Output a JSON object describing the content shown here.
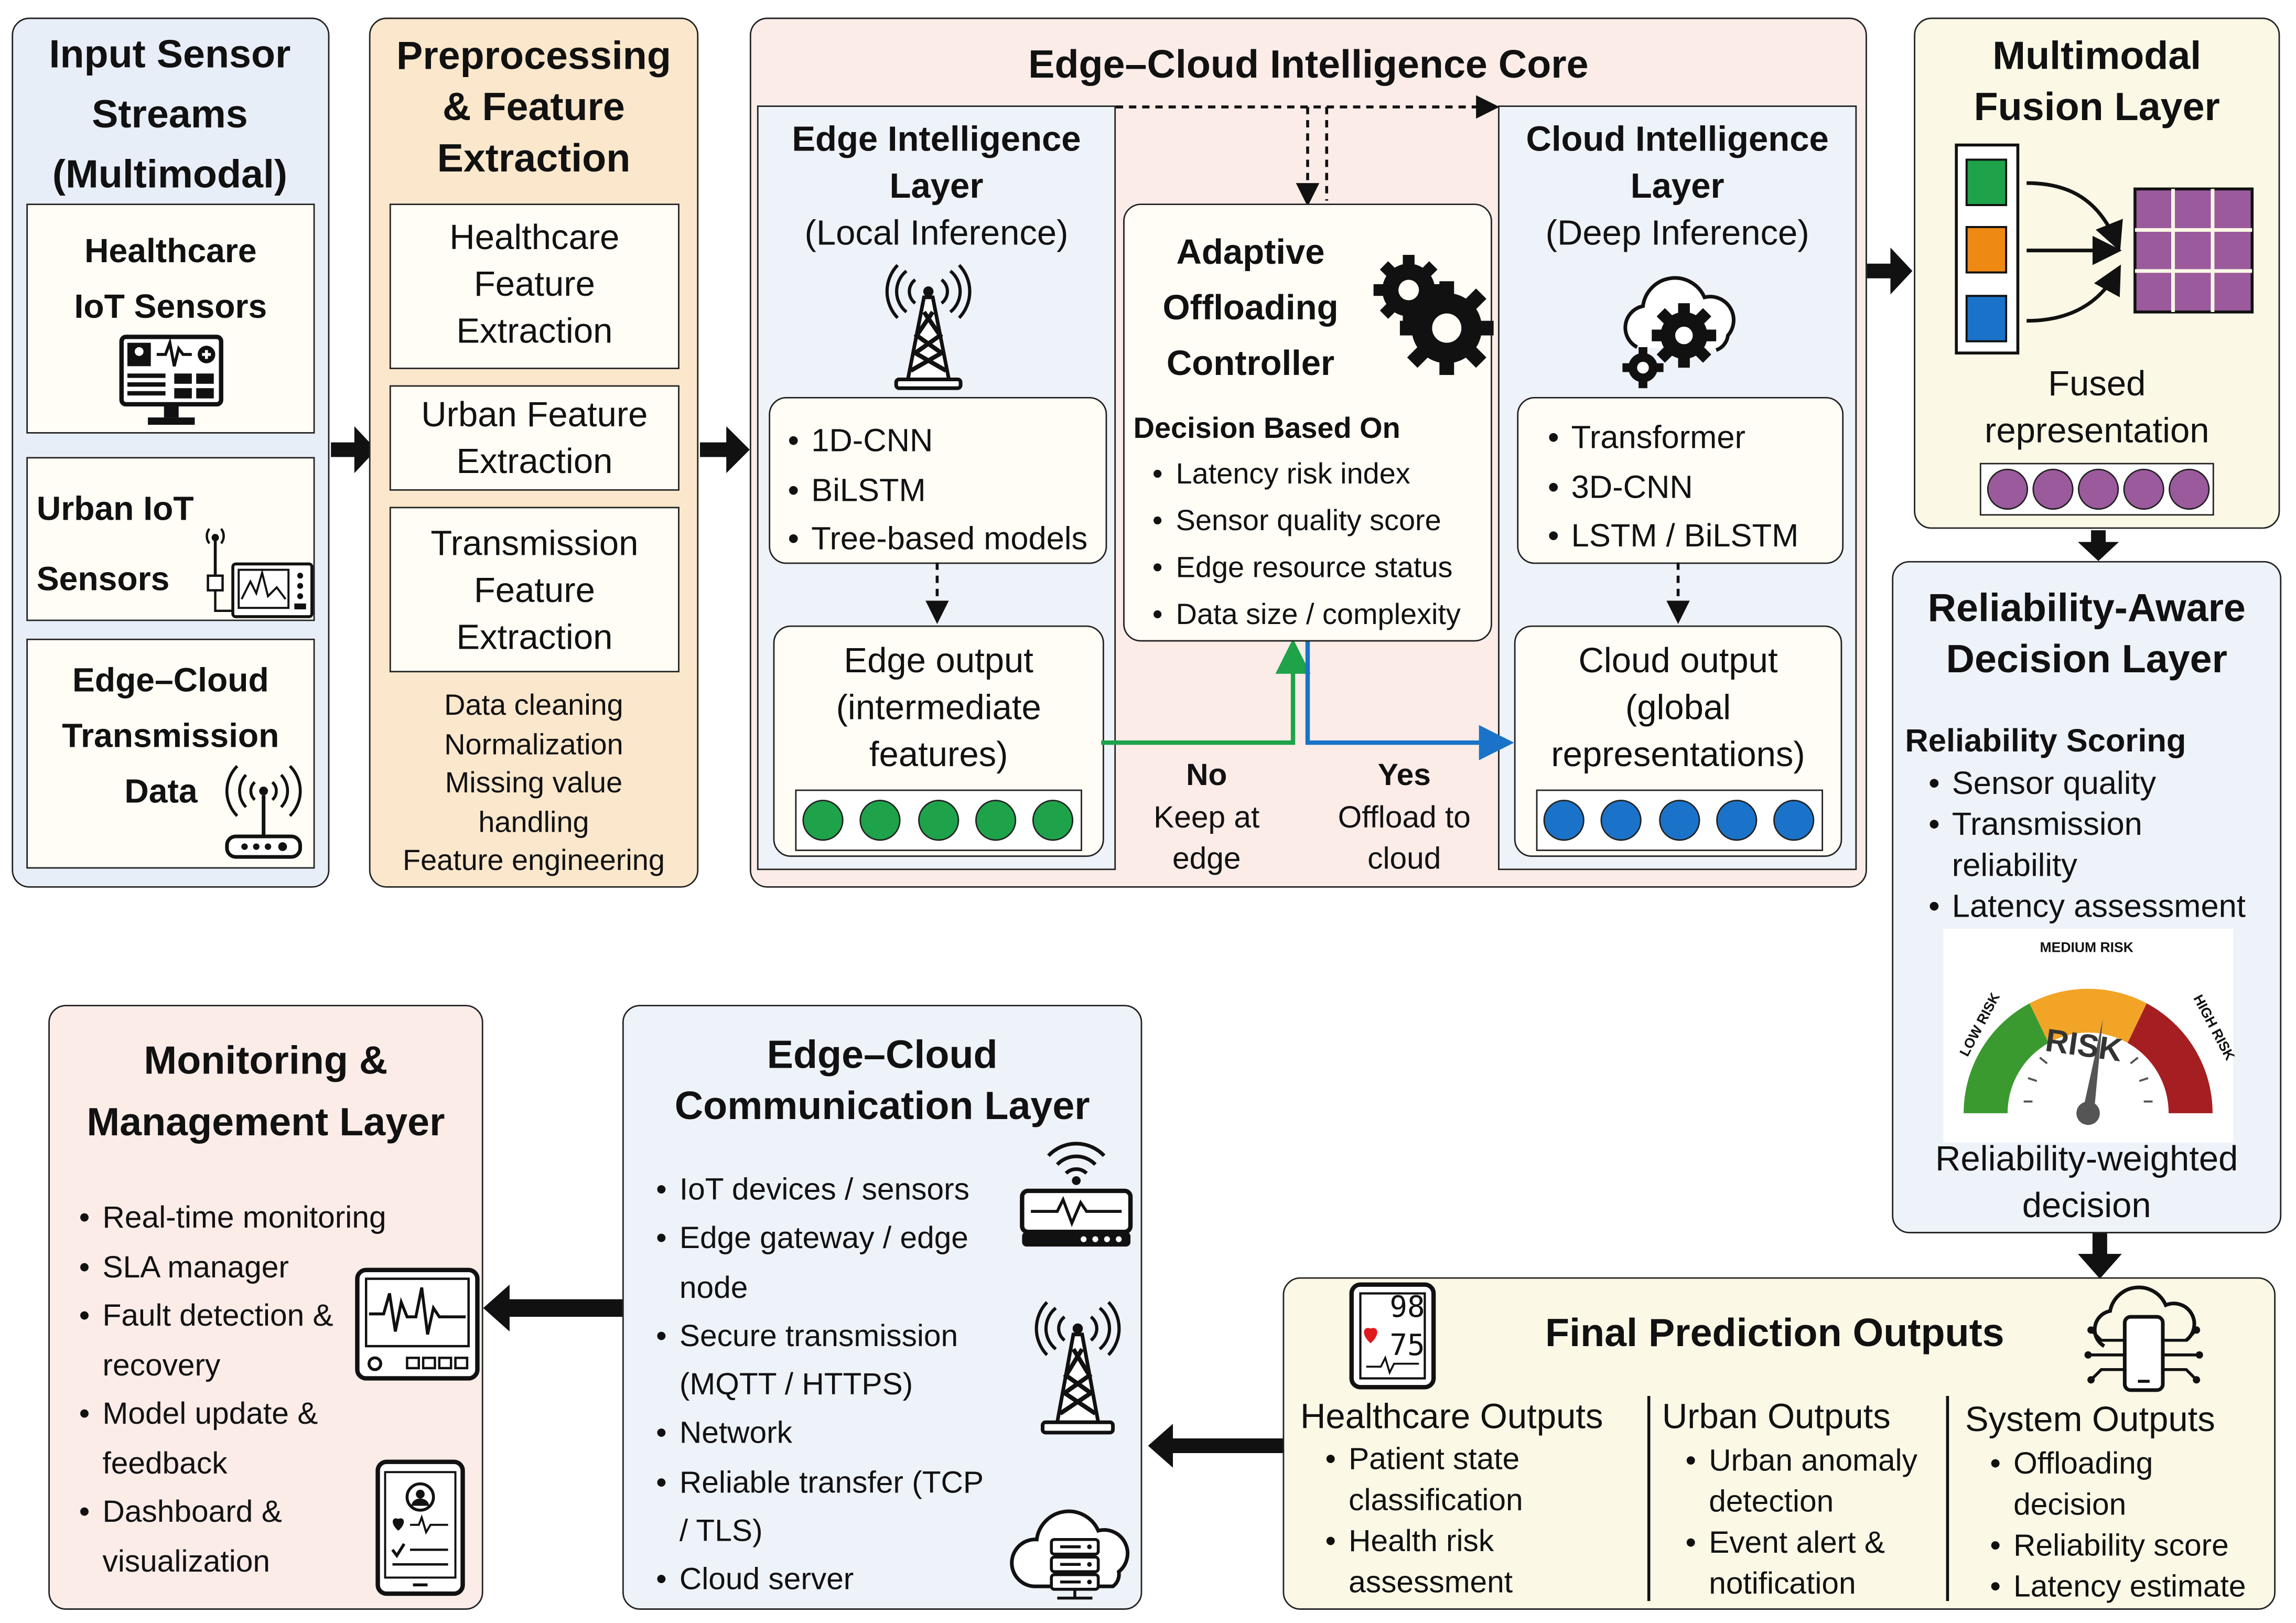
{
  "colors": {
    "input_bg": "#e8eef8",
    "preprocess_bg": "#fbe7cc",
    "core_bg": "#fbece8",
    "panel_bg": "#eef2f9",
    "fusion_bg": "#fbf8e6",
    "decision_bg": "#eef2f9",
    "final_bg": "#fbf8e6",
    "comm_bg": "#eef2f9",
    "monitor_bg": "#fbece8",
    "edge_green": "#1ea34a",
    "cloud_blue": "#1a73c8",
    "purple": "#9b5a9c",
    "orange": "#ee8a14",
    "gauge_low": "#3a9a2f",
    "gauge_med": "#f2a427",
    "gauge_high": "#a51e22"
  },
  "input": {
    "title": [
      "Input Sensor",
      "Streams",
      "(Multimodal)"
    ],
    "healthcare": [
      "Healthcare",
      "IoT Sensors"
    ],
    "urban": [
      "Urban IoT",
      "Sensors"
    ],
    "transmission": [
      "Edge–Cloud",
      "Transmission",
      "Data"
    ],
    "icons": [
      "monitor-icon",
      "urban-sensor-icon",
      "router-icon"
    ]
  },
  "preprocess": {
    "title": [
      "Preprocessing",
      "& Feature",
      "Extraction"
    ],
    "healthcare": [
      "Healthcare",
      "Feature",
      "Extraction"
    ],
    "urban": [
      "Urban Feature",
      "Extraction"
    ],
    "transmission": [
      "Transmission",
      "Feature",
      "Extraction"
    ],
    "steps": [
      "Data cleaning",
      "Normalization",
      "Missing value",
      "handling",
      "Feature engineering"
    ]
  },
  "core": {
    "title": "Edge–Cloud Intelligence Core",
    "edge": {
      "title": [
        "Edge Intelligence",
        "Layer"
      ],
      "subtitle": "(Local Inference)",
      "models": [
        "1D-CNN",
        "BiLSTM",
        "Tree-based models"
      ],
      "output": [
        "Edge output",
        "(intermediate",
        "features)"
      ],
      "dots": 5
    },
    "controller": {
      "title": [
        "Adaptive",
        "Offloading",
        "Controller"
      ],
      "decision_heading": "Decision Based On",
      "criteria": [
        "Latency risk index",
        "Sensor quality score",
        "Edge resource status",
        "Data size / complexity"
      ]
    },
    "cloud": {
      "title": [
        "Cloud Intelligence",
        "Layer"
      ],
      "subtitle": "(Deep Inference)",
      "models": [
        "Transformer",
        "3D-CNN",
        "LSTM / BiLSTM"
      ],
      "output": [
        "Cloud output",
        "(global",
        "representations)"
      ],
      "dots": 5
    },
    "no_label": "No",
    "no_text": [
      "Keep at",
      "edge"
    ],
    "yes_label": "Yes",
    "yes_text": [
      "Offload to",
      "cloud"
    ]
  },
  "fusion": {
    "title": [
      "Multimodal",
      "Fusion Layer"
    ],
    "caption": [
      "Fused",
      "representation"
    ],
    "dots": 5
  },
  "decision": {
    "title": [
      "Reliability-Aware",
      "Decision Layer"
    ],
    "heading": "Reliability Scoring",
    "items": [
      "Sensor quality",
      "Transmission",
      "reliability",
      "Latency assessment"
    ],
    "gauge": {
      "low": "LOW RISK",
      "medium": "MEDIUM RISK",
      "high": "HIGH RISK",
      "center": "RISK",
      "level": 0.6
    },
    "caption": [
      "Reliability-weighted",
      "decision"
    ]
  },
  "final": {
    "title": "Final Prediction Outputs",
    "vitals": [
      "98",
      "75"
    ],
    "healthcare": {
      "title": "Healthcare Outputs",
      "items": [
        "Patient state",
        "classification",
        "Health risk",
        "assessment"
      ]
    },
    "urban": {
      "title": "Urban Outputs",
      "items": [
        "Urban anomaly",
        "detection",
        "Event alert &",
        "notification"
      ]
    },
    "system": {
      "title": "System Outputs",
      "items": [
        "Offloading",
        "decision",
        "Reliability score",
        "Latency estimate"
      ]
    }
  },
  "comm": {
    "title": [
      "Edge–Cloud",
      "Communication Layer"
    ],
    "items": [
      "IoT devices / sensors",
      "Edge gateway / edge",
      "node",
      "Secure transmission",
      "(MQTT / HTTPS)",
      "Network",
      "Reliable transfer (TCP",
      "/ TLS)",
      "Cloud server"
    ]
  },
  "monitor": {
    "title": [
      "Monitoring &",
      "Management Layer"
    ],
    "items": [
      "Real-time monitoring",
      "SLA manager",
      "Fault detection &",
      "recovery",
      "Model update &",
      "feedback",
      "Dashboard &",
      "visualization"
    ]
  }
}
